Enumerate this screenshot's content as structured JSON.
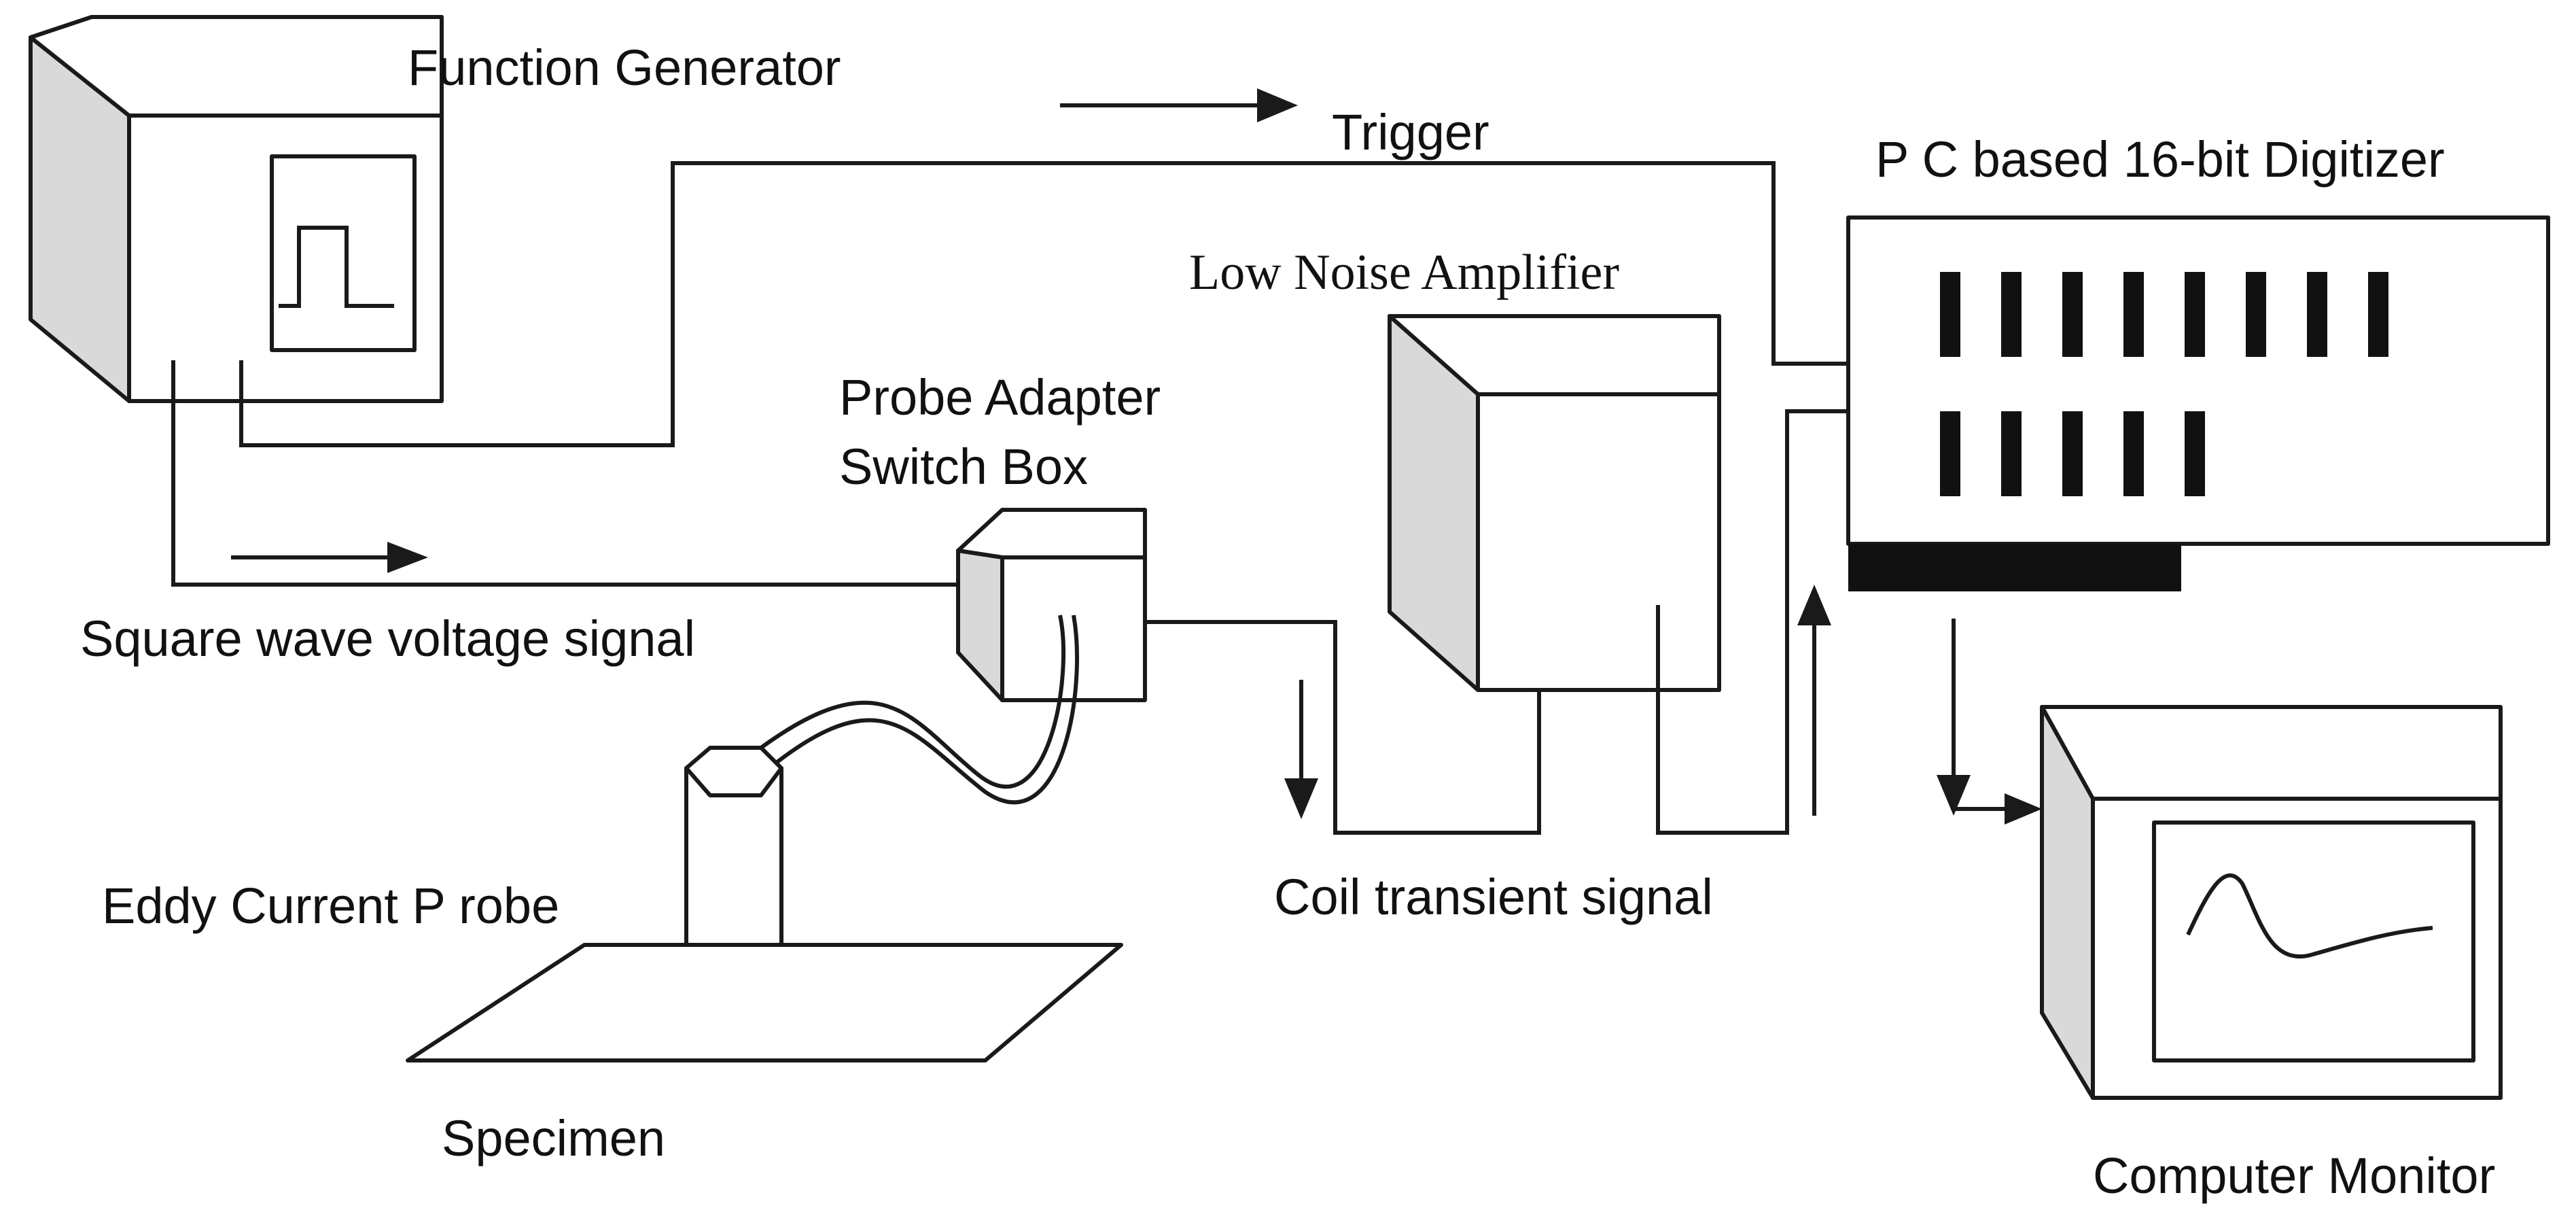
{
  "labels": {
    "function_generator": "Function Generator",
    "trigger": "Trigger",
    "digitizer": "P C based 16-bit Digitizer",
    "amplifier": "Low Noise Amplifier",
    "probe_adapter_line1": "Probe Adapter",
    "probe_adapter_line2": "Switch Box",
    "square_wave": "Square wave voltage signal",
    "eddy_probe": "Eddy Current P robe",
    "coil_transient": "Coil transient signal",
    "specimen": "Specimen",
    "monitor": "Computer Monitor"
  },
  "icons": [
    "square-pulse-icon",
    "waveform-icon",
    "arrow-icon"
  ]
}
